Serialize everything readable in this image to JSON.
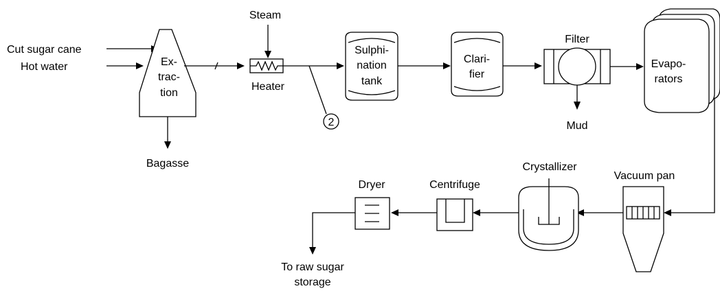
{
  "labels": {
    "cut_sugar_cane": "Cut sugar cane",
    "hot_water": "Hot water",
    "steam": "Steam",
    "heater": "Heater",
    "filter": "Filter",
    "mud": "Mud",
    "bagasse": "Bagasse",
    "crystallizer": "Crystallizer",
    "vacuum_pan": "Vacuum pan",
    "centrifuge": "Centrifuge",
    "dryer": "Dryer",
    "stream_number": "2"
  },
  "extraction": {
    "line1": "Ex-",
    "line2": "trac-",
    "line3": "tion"
  },
  "sulphination": {
    "line1": "Sulphi-",
    "line2": "nation",
    "line3": "tank"
  },
  "clarifier": {
    "line1": "Clari-",
    "line2": "fier"
  },
  "evaporators": {
    "line1": "Evapo-",
    "line2": "rators"
  },
  "to_storage": {
    "line1": "To raw sugar",
    "line2": "storage"
  }
}
